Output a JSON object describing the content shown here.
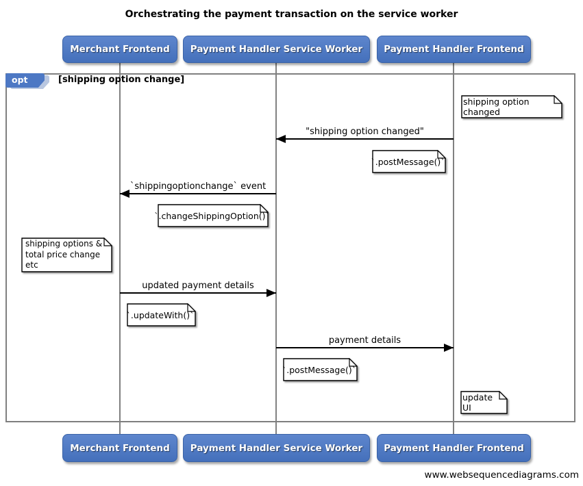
{
  "title": "Orchestrating the payment transaction on the service worker",
  "actors": [
    {
      "id": "merchant-frontend",
      "label": "Merchant Frontend"
    },
    {
      "id": "payment-handler-service-worker",
      "label": "Payment Handler Service Worker"
    },
    {
      "id": "payment-handler-frontend",
      "label": "Payment Handler Frontend"
    }
  ],
  "fragment": {
    "operator": "opt",
    "condition": "[shipping option change]"
  },
  "messages": [
    {
      "label": "\"shipping option changed\"",
      "from": "Payment Handler Frontend",
      "to": "Payment Handler Service Worker",
      "direction": "left"
    },
    {
      "label": "`shippingoptionchange` event",
      "from": "Payment Handler Service Worker",
      "to": "Merchant Frontend",
      "direction": "left"
    },
    {
      "label": "updated payment details",
      "from": "Merchant Frontend",
      "to": "Payment Handler Service Worker",
      "direction": "right"
    },
    {
      "label": "payment details",
      "from": "Payment Handler Service Worker",
      "to": "Payment Handler Frontend",
      "direction": "right"
    }
  ],
  "notes": [
    {
      "text": "shipping option changed",
      "anchor": "Payment Handler Frontend"
    },
    {
      "text": "`.postMessage()`",
      "anchor": "Payment Handler Service Worker"
    },
    {
      "text": "`.changeShippingOption()`",
      "anchor": "Merchant Frontend"
    },
    {
      "text": "shipping options &\ntotal price change etc",
      "anchor": "Merchant Frontend"
    },
    {
      "text": "`.updateWith()`",
      "anchor": "Merchant Frontend"
    },
    {
      "text": "`.postMessage()`",
      "anchor": "Payment Handler Service Worker"
    },
    {
      "text": "update UI",
      "anchor": "Payment Handler Frontend"
    }
  ],
  "footer": {
    "link_text": "www.websequencediagrams.com"
  },
  "colors": {
    "actor_fill": "#4d78c4",
    "actor_border": "#3a62a6",
    "frame_border": "#7f7f7f",
    "lifeline": "#808080",
    "tab_fill": "#4d78c4",
    "tab_shadow": "#b9c7e0",
    "note_fill": "#ffffff",
    "arrow": "#000000"
  }
}
